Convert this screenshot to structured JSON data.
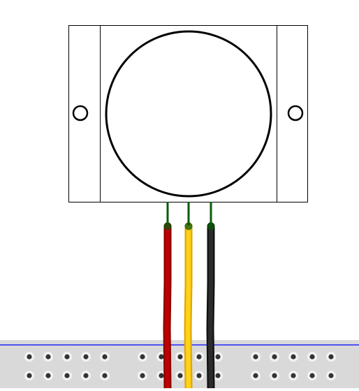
{
  "sensor": {
    "body_color": "#ffffff",
    "outline_color": "#000000"
  },
  "wires": [
    {
      "name": "power",
      "color": "#c00000",
      "shade": "#8a0000",
      "pin_color": "#0a5a0a"
    },
    {
      "name": "signal",
      "color": "#ffd21a",
      "shade": "#e0a800",
      "pin_color": "#0a5a0a"
    },
    {
      "name": "ground",
      "color": "#2b2b2b",
      "shade": "#111111",
      "pin_color": "#0a5a0a"
    }
  ],
  "breadboard": {
    "body_color": "#d9d9d9",
    "rail_line_color": "#0000ff",
    "hole_color": "#333333",
    "hole_ring_color": "#f2f2f2",
    "groups": 3,
    "holes_per_group": 5,
    "rows": 2
  }
}
